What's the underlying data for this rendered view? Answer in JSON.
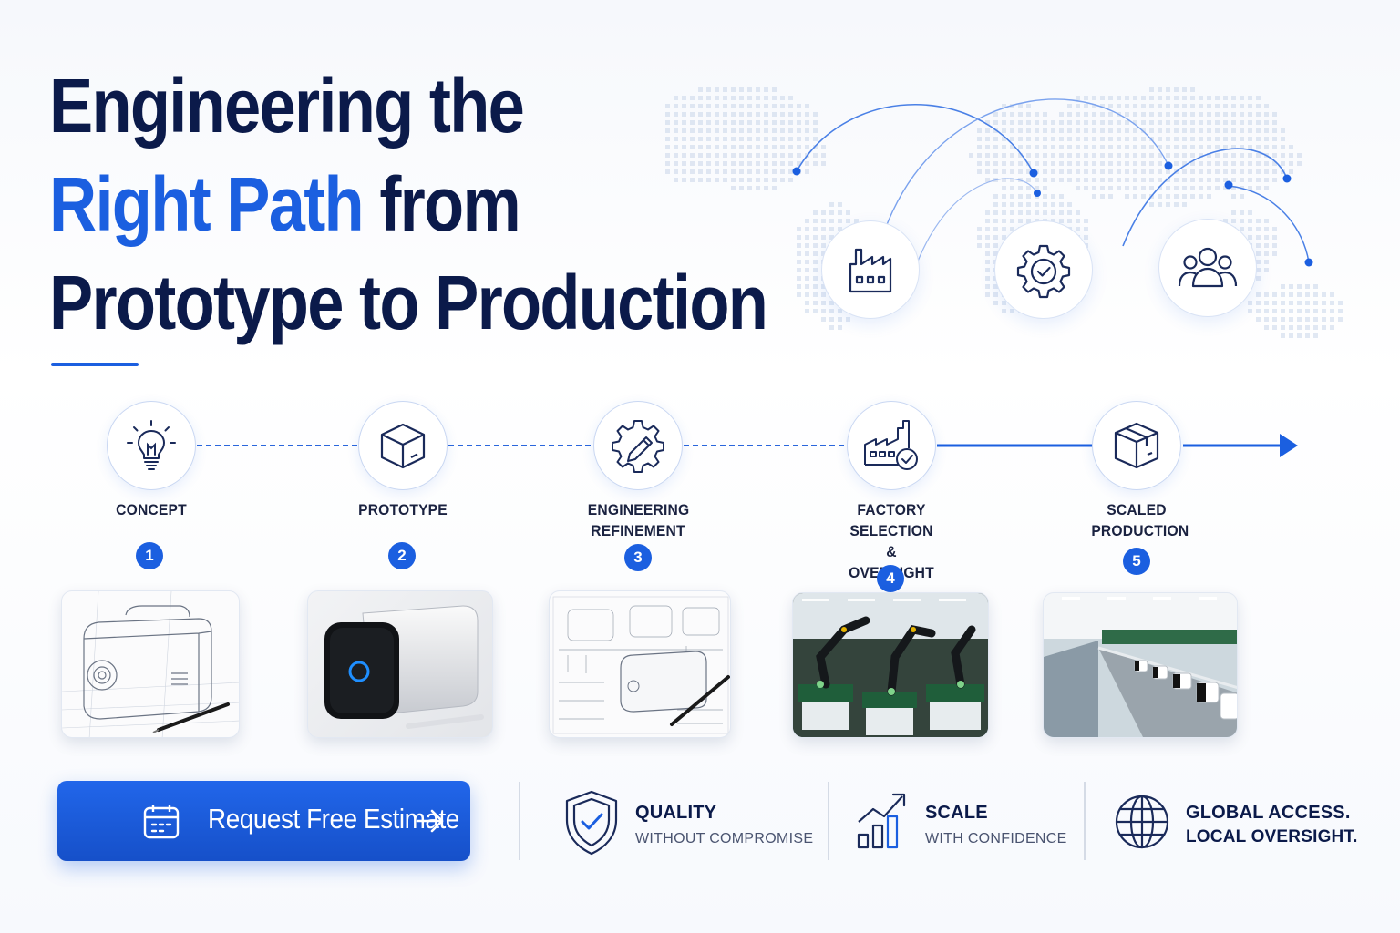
{
  "headline": {
    "line1": "Engineering the",
    "line2_accent": "Right Path",
    "line2_rest": " from",
    "line3": "Prototype to Production"
  },
  "map_nodes": [
    {
      "icon": "factory-icon"
    },
    {
      "icon": "gear-check-icon"
    },
    {
      "icon": "team-icon"
    }
  ],
  "steps": [
    {
      "number": "1",
      "label": "CONCEPT",
      "icon": "lightbulb-icon",
      "image": "concept-sketch"
    },
    {
      "number": "2",
      "label": "PROTOTYPE",
      "icon": "cube-icon",
      "image": "prototype-device"
    },
    {
      "number": "3",
      "label": "ENGINEERING REFINEMENT",
      "icon": "gear-pencil-icon",
      "image": "technical-drawings"
    },
    {
      "number": "4",
      "label": "FACTORY SELECTION & OVERSIGHT",
      "icon": "factory-check-icon",
      "image": "robotic-factory"
    },
    {
      "number": "5",
      "label": "SCALED PRODUCTION",
      "icon": "package-icon",
      "image": "assembly-line"
    }
  ],
  "cta": {
    "label": "Request Free Estimate",
    "icon": "calendar-icon",
    "arrow": "arrow-right-icon"
  },
  "features": [
    {
      "title": "QUALITY",
      "subtitle": "WITHOUT COMPROMISE",
      "icon": "shield-check-icon"
    },
    {
      "title": "SCALE",
      "subtitle": "WITH CONFIDENCE",
      "icon": "growth-chart-icon"
    },
    {
      "title": "GLOBAL ACCESS.",
      "subtitle": "LOCAL OVERSIGHT.",
      "icon": "globe-icon"
    }
  ],
  "colors": {
    "navy": "#0b1a4a",
    "accent": "#1b5fe0"
  }
}
